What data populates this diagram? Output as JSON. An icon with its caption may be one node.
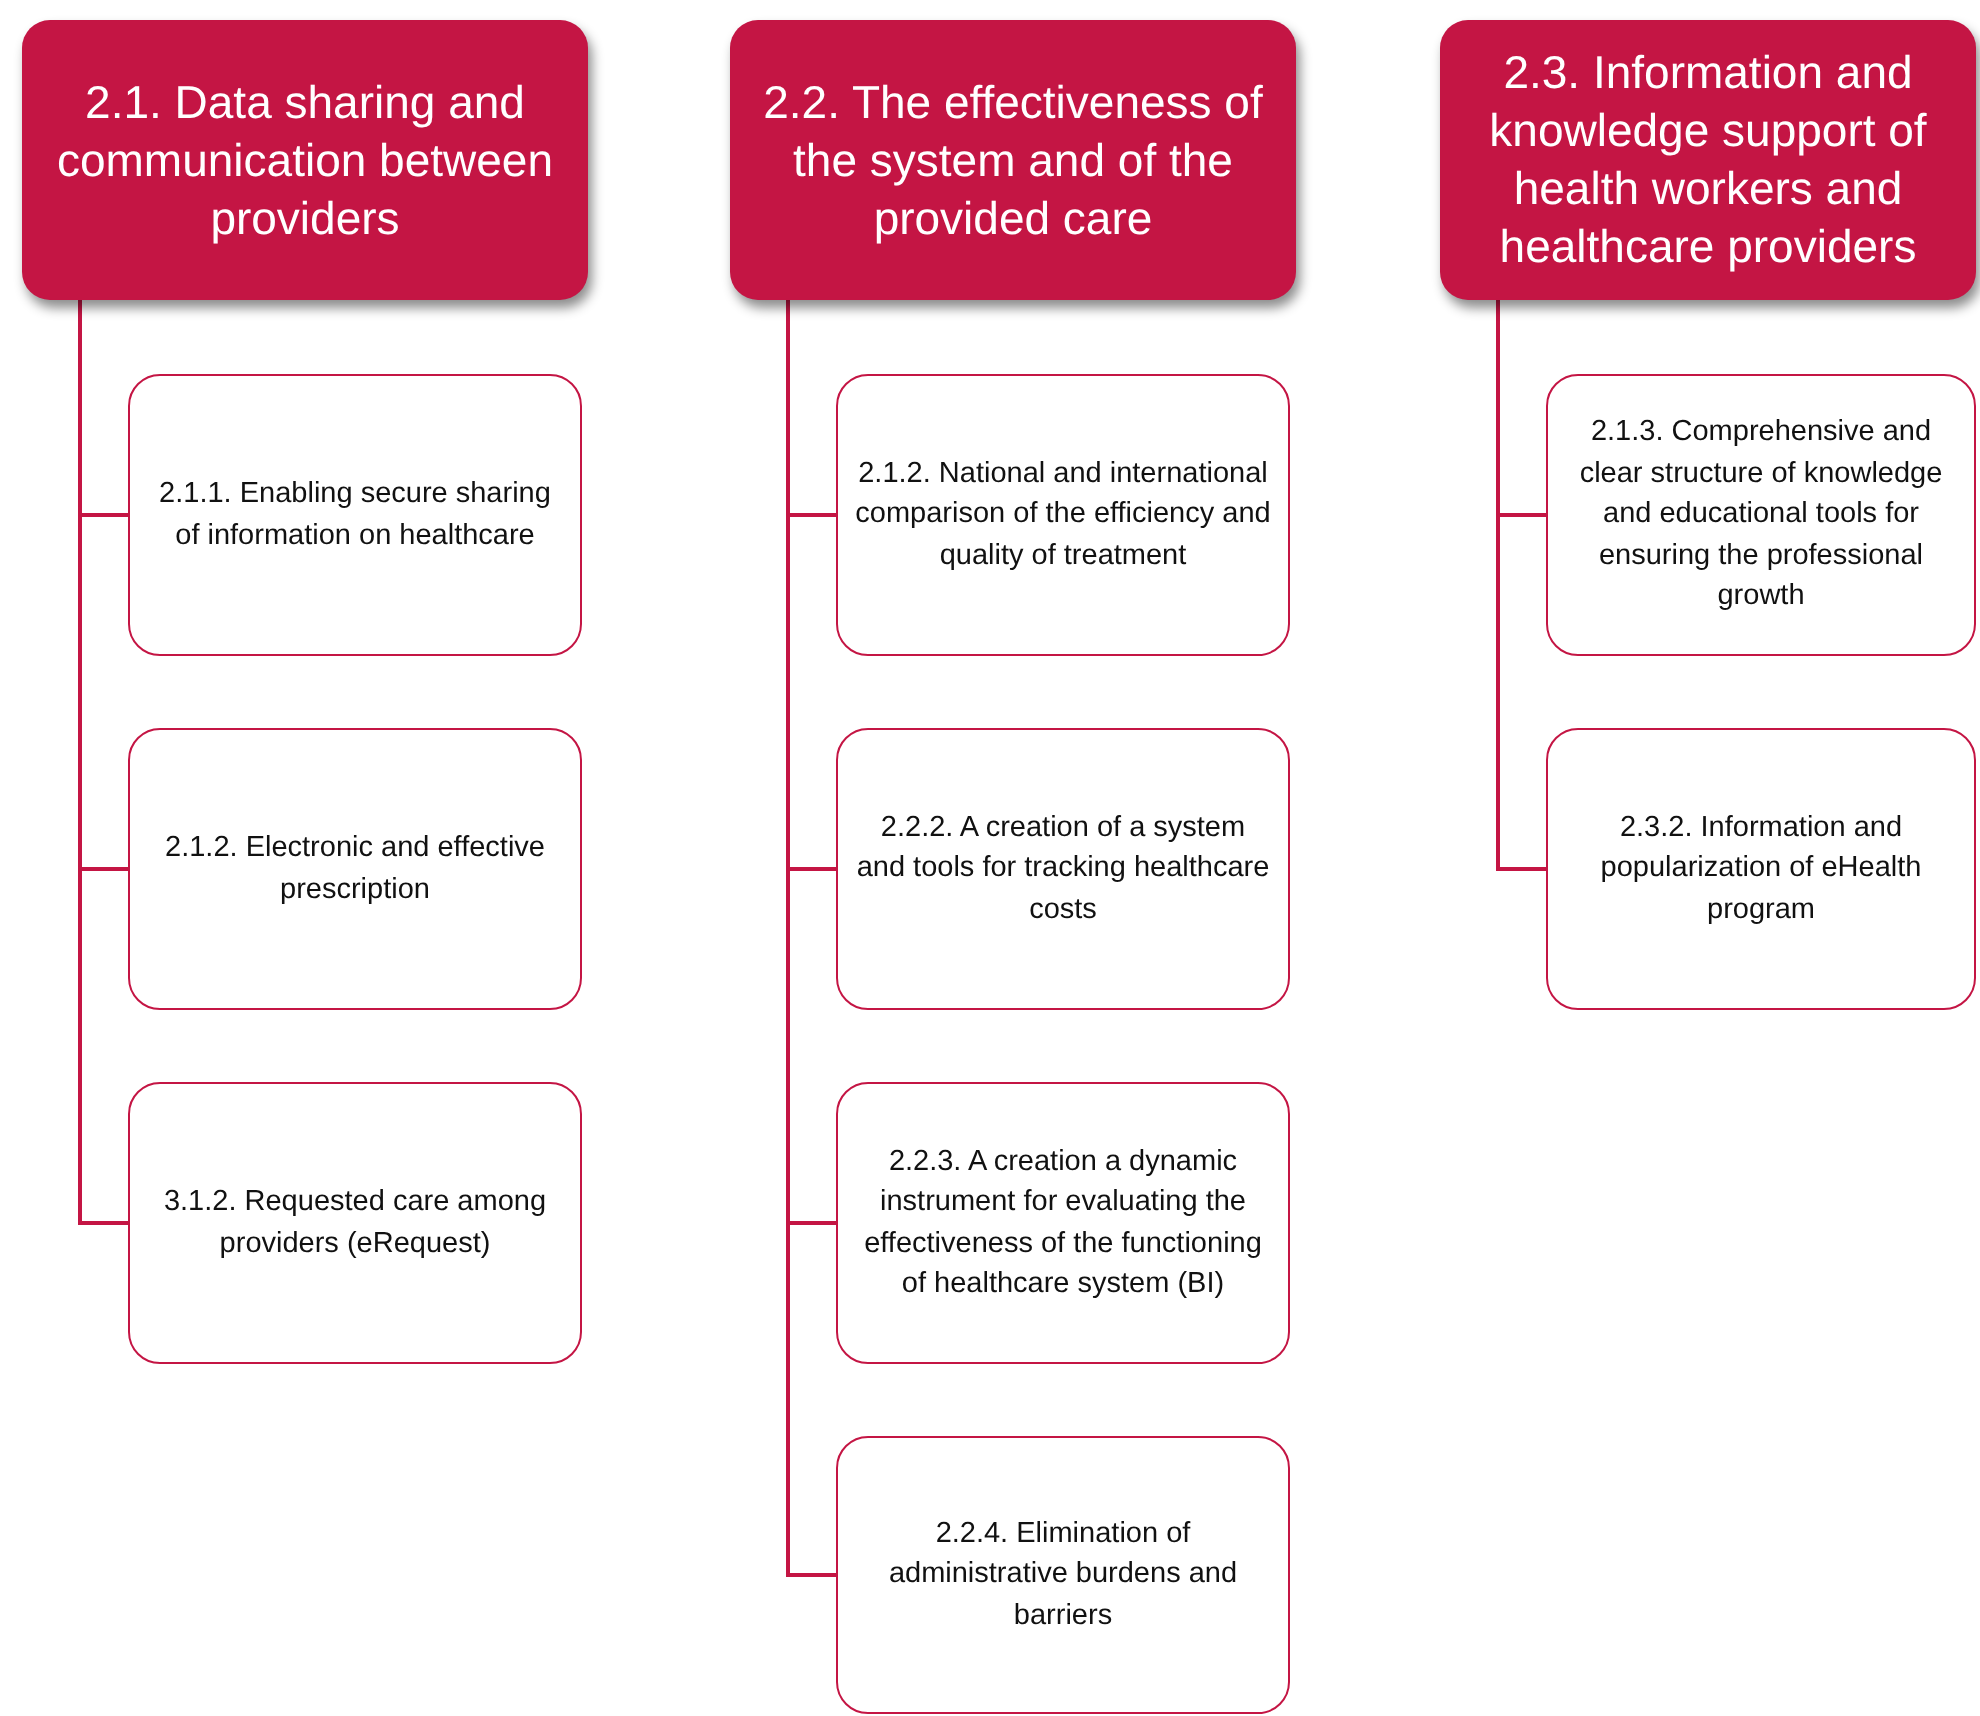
{
  "diagram": {
    "nodes": [
      {
        "text": [
          "2.1. Data sharing and communication between providers"
        ]
      },
      {
        "text": [
          "2.1.1. Enabling secure sharing of information on healthcare"
        ]
      },
      {
        "text": [
          "2.1.2. Electronic and effective prescription"
        ]
      },
      {
        "text": [
          "3.1.2. Requested care among providers (eRequest)"
        ]
      },
      {
        "text": [
          "2.2. The effectiveness of the system and of the provided care"
        ]
      },
      {
        "text": [
          "2.1.2. National and international comparison of the efficiency and quality of treatment"
        ]
      },
      {
        "text": [
          "2.2.2. A creation of a system and tools for tracking healthcare costs"
        ]
      },
      {
        "text": [
          "2.2.3. A creation a dynamic instrument for evaluating the effectiveness of the functioning of healthcare system (BI)"
        ]
      },
      {
        "text": [
          "2.2.4. Elimination of administrative burdens and barriers"
        ]
      },
      {
        "text": [
          "2.3. Information and knowledge support of health workers and healthcare providers"
        ]
      },
      {
        "text": [
          "2.1.3. Comprehensive and clear structure of knowledge and educational tools for ensuring the professional growth"
        ]
      },
      {
        "text": [
          "2.3.2. Information and popularization of eHealth program"
        ]
      }
    ],
    "edges": [
      {
        "from": 0,
        "to": 1,
        "arrow": "none"
      },
      {
        "from": 0,
        "to": 2,
        "arrow": "none"
      },
      {
        "from": 0,
        "to": 3,
        "arrow": "none"
      },
      {
        "from": 4,
        "to": 5,
        "arrow": "none"
      },
      {
        "from": 4,
        "to": 6,
        "arrow": "none"
      },
      {
        "from": 4,
        "to": 7,
        "arrow": "none"
      },
      {
        "from": 4,
        "to": 8,
        "arrow": "none"
      },
      {
        "from": 9,
        "to": 10,
        "arrow": "none"
      },
      {
        "from": 9,
        "to": 11,
        "arrow": "none"
      }
    ]
  }
}
